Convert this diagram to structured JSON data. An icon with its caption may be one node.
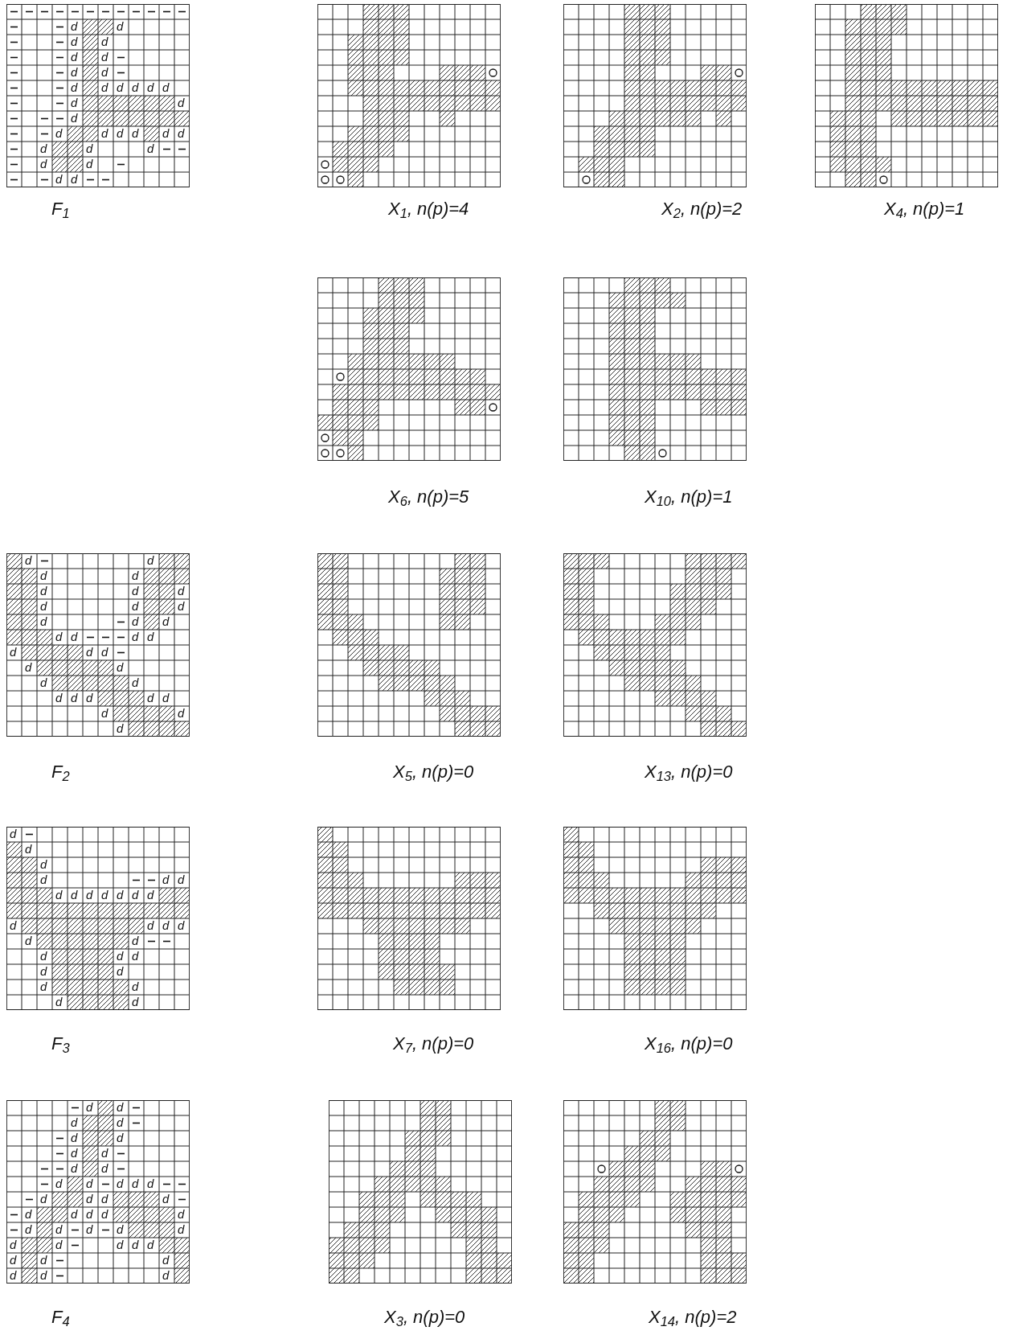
{
  "diagram": {
    "labels": [
      "d",
      "d",
      "d",
      "d",
      "d",
      "d",
      "d",
      "d",
      "d",
      "d",
      "d",
      "d",
      "d",
      "d",
      "d",
      "d",
      "d",
      "d",
      "d",
      "d",
      "d",
      "d",
      "d",
      "d",
      "d",
      "d",
      "d",
      "d",
      "d",
      "d",
      "F$_{1}$",
      "X$_{1}$, n(p)=4",
      "X$_{2}$, n(p)=2",
      "X$_{4}$, n(p)=1",
      "X$_{6}$, n(p)=5",
      "X$_{10}$, n(p)=1",
      "d",
      "d",
      "d",
      "d",
      "d",
      "d",
      "d",
      "d",
      "d",
      "d",
      "d",
      "d",
      "d",
      "d",
      "d",
      "d",
      "d",
      "d",
      "d",
      "d",
      "d",
      "d",
      "d",
      "d",
      "d",
      "d",
      "d",
      "d",
      "d",
      "d",
      "d",
      "d",
      "F$_{2}$",
      "X$_{5}$, n(p)=0",
      "X$_{13}$, n(p)=0",
      "d",
      "d",
      "d",
      "d",
      "d",
      "d",
      "d",
      "d",
      "d",
      "d",
      "d",
      "d",
      "d",
      "d",
      "d",
      "d",
      "d",
      "d",
      "d",
      "d",
      "d",
      "d",
      "d",
      "d",
      "d",
      "d",
      "d",
      "d",
      "F$_{3}$",
      "X$_{7}$, n(p)=0",
      "X$_{16}$, n(p)=0",
      "d",
      "d",
      "d",
      "d",
      "d",
      "d",
      "d",
      "d",
      "d",
      "d",
      "d",
      "d",
      "d",
      "d",
      "d",
      "d",
      "d",
      "d",
      "d",
      "d",
      "d",
      "d",
      "d",
      "d",
      "d",
      "d",
      "d",
      "d",
      "d",
      "d",
      "d",
      "d",
      "d",
      "d",
      "d",
      "d",
      "d",
      "d",
      "d",
      "d",
      "F$_{4}$",
      "X$_{3}$, n(p)=0",
      "X$_{14}$, n(p)=2"
    ]
  }
}
